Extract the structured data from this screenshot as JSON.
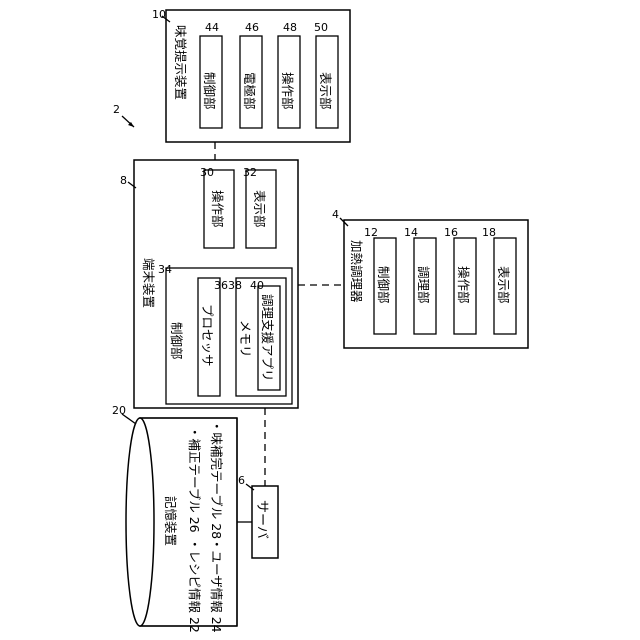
{
  "diagram": {
    "system_ref": "2",
    "taste_device": {
      "ref": "10",
      "title": "味覚提示装置",
      "units": [
        {
          "ref": "44",
          "label": "制御部"
        },
        {
          "ref": "46",
          "label": "電極部"
        },
        {
          "ref": "48",
          "label": "操作部"
        },
        {
          "ref": "50",
          "label": "表示部"
        }
      ]
    },
    "terminal": {
      "ref": "8",
      "title": "端末装置",
      "operation": {
        "ref": "30",
        "label": "操作部"
      },
      "display": {
        "ref": "32",
        "label": "表示部"
      },
      "control": {
        "ref": "34",
        "label": "制御部",
        "processor": {
          "ref": "36",
          "label": "プロセッサ"
        },
        "memory": {
          "ref": "38",
          "label": "メモリ"
        },
        "app": {
          "ref": "40",
          "label": "調理支援アプリ"
        }
      }
    },
    "cooker": {
      "ref": "4",
      "title": "加熱調理器",
      "units": [
        {
          "ref": "12",
          "label": "制御部"
        },
        {
          "ref": "14",
          "label": "調理部"
        },
        {
          "ref": "16",
          "label": "操作部"
        },
        {
          "ref": "18",
          "label": "表示部"
        }
      ]
    },
    "server": {
      "ref": "6",
      "label": "サーバ"
    },
    "storage": {
      "ref": "20",
      "title": "記憶装置",
      "rows": [
        [
          "・レシピ情報 22",
          "・補正テーブル 26"
        ],
        [
          "・ユーザ情報 24",
          "・味補完テーブル 28"
        ]
      ]
    }
  }
}
